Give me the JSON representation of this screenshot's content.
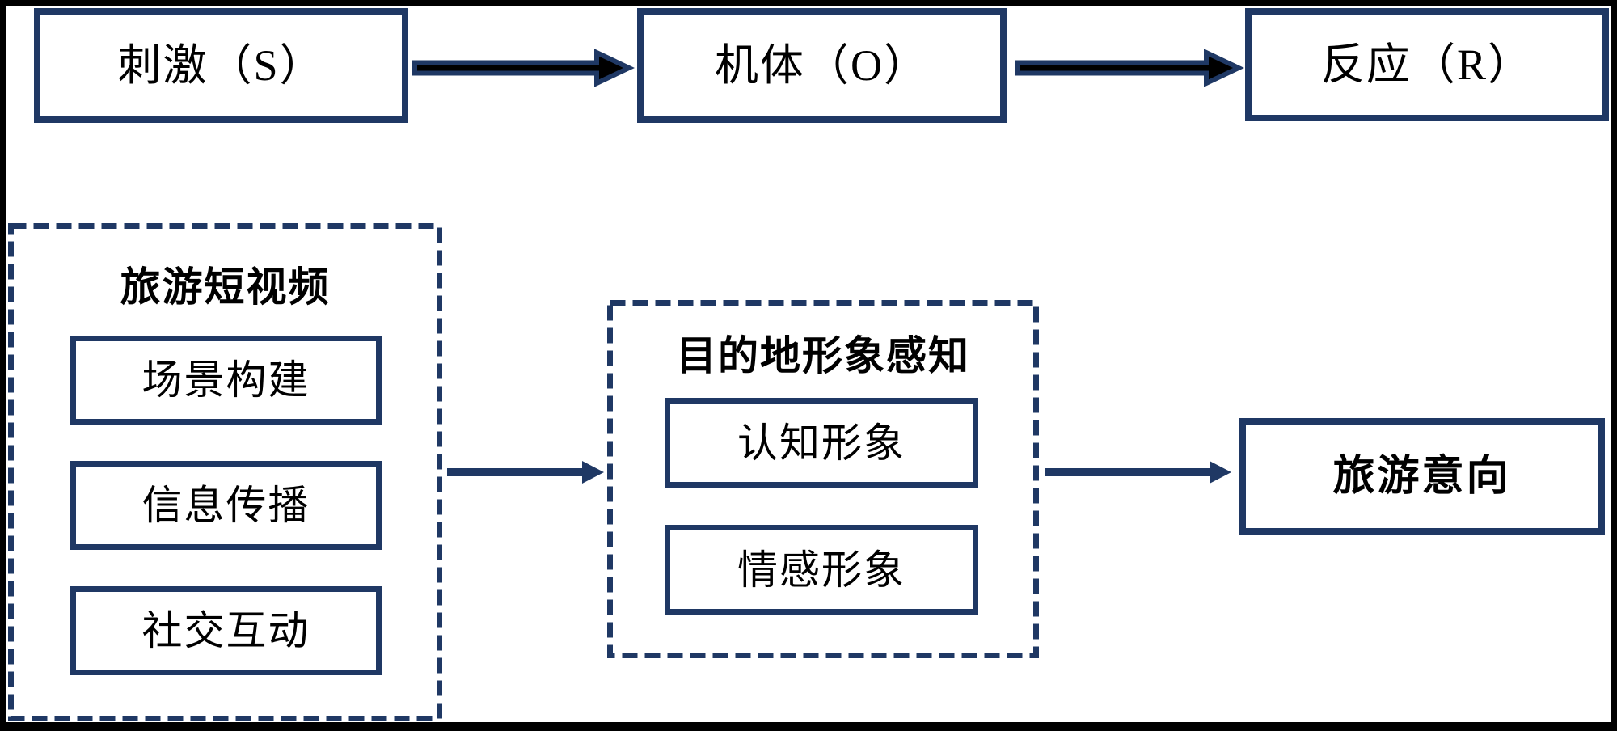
{
  "diagram": {
    "top_row": {
      "stimulus": "刺激（S）",
      "organism": "机体（O）",
      "response": "反应（R）"
    },
    "left_group": {
      "title": "旅游短视频",
      "items": [
        "场景构建",
        "信息传播",
        "社交互动"
      ]
    },
    "middle_group": {
      "title": "目的地形象感知",
      "items": [
        "认知形象",
        "情感形象"
      ]
    },
    "outcome": "旅游意向",
    "connections": [
      {
        "from": "刺激（S）",
        "to": "机体（O）",
        "style": "thick-black-with-navy-outline"
      },
      {
        "from": "机体（O）",
        "to": "反应（R）",
        "style": "thick-black-with-navy-outline"
      },
      {
        "from": "旅游短视频",
        "to": "目的地形象感知",
        "style": "navy"
      },
      {
        "from": "目的地形象感知",
        "to": "旅游意向",
        "style": "navy"
      }
    ]
  },
  "colors": {
    "navy": "#1f3864",
    "ink": "#000000",
    "background": "#ffffff",
    "frame": "#000000"
  }
}
